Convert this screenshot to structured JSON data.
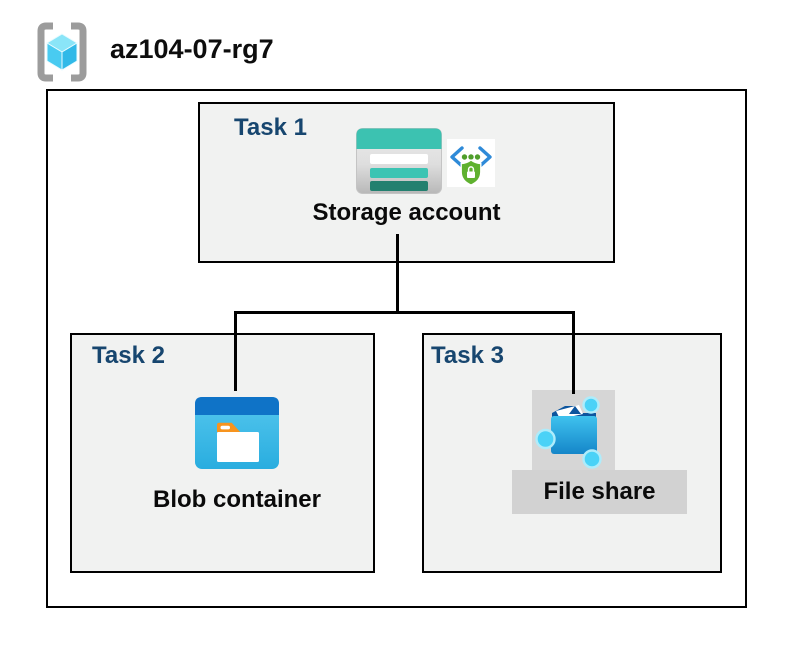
{
  "header": {
    "resource_group_name": "az104-07-rg7"
  },
  "tasks": [
    {
      "label": "Task 1",
      "resource": "Storage account"
    },
    {
      "label": "Task 2",
      "resource": "Blob container"
    },
    {
      "label": "Task 3",
      "resource": "File share"
    }
  ],
  "connections": [
    {
      "from": "Storage account",
      "to": "Blob container"
    },
    {
      "from": "Storage account",
      "to": "File share"
    }
  ],
  "icons": {
    "resource_group": "azure-resource-group-icon",
    "task1": [
      "storage-account-icon",
      "secure-endpoint-shield-icon"
    ],
    "task2": [
      "blob-container-icon"
    ],
    "task3": [
      "file-share-icon"
    ]
  },
  "colors": {
    "task_label_blue": "#17466F",
    "box_fill_gray": "#F1F2F1",
    "border_black": "#000000",
    "storage_teal": "#3CC2B1",
    "storage_teal_dark": "#23806F",
    "blob_header_blue": "#0F73C7",
    "blob_body_blue": "#38BCE8",
    "folder_tab_orange": "#F7941E",
    "fileshare_node_cyan": "#4CD3F7",
    "fileshare_dark_blue": "#0D559E",
    "shield_green": "#5FB12F",
    "bracket_blue": "#2E8AD8",
    "icon_plate_gray": "#D5D5D5"
  }
}
